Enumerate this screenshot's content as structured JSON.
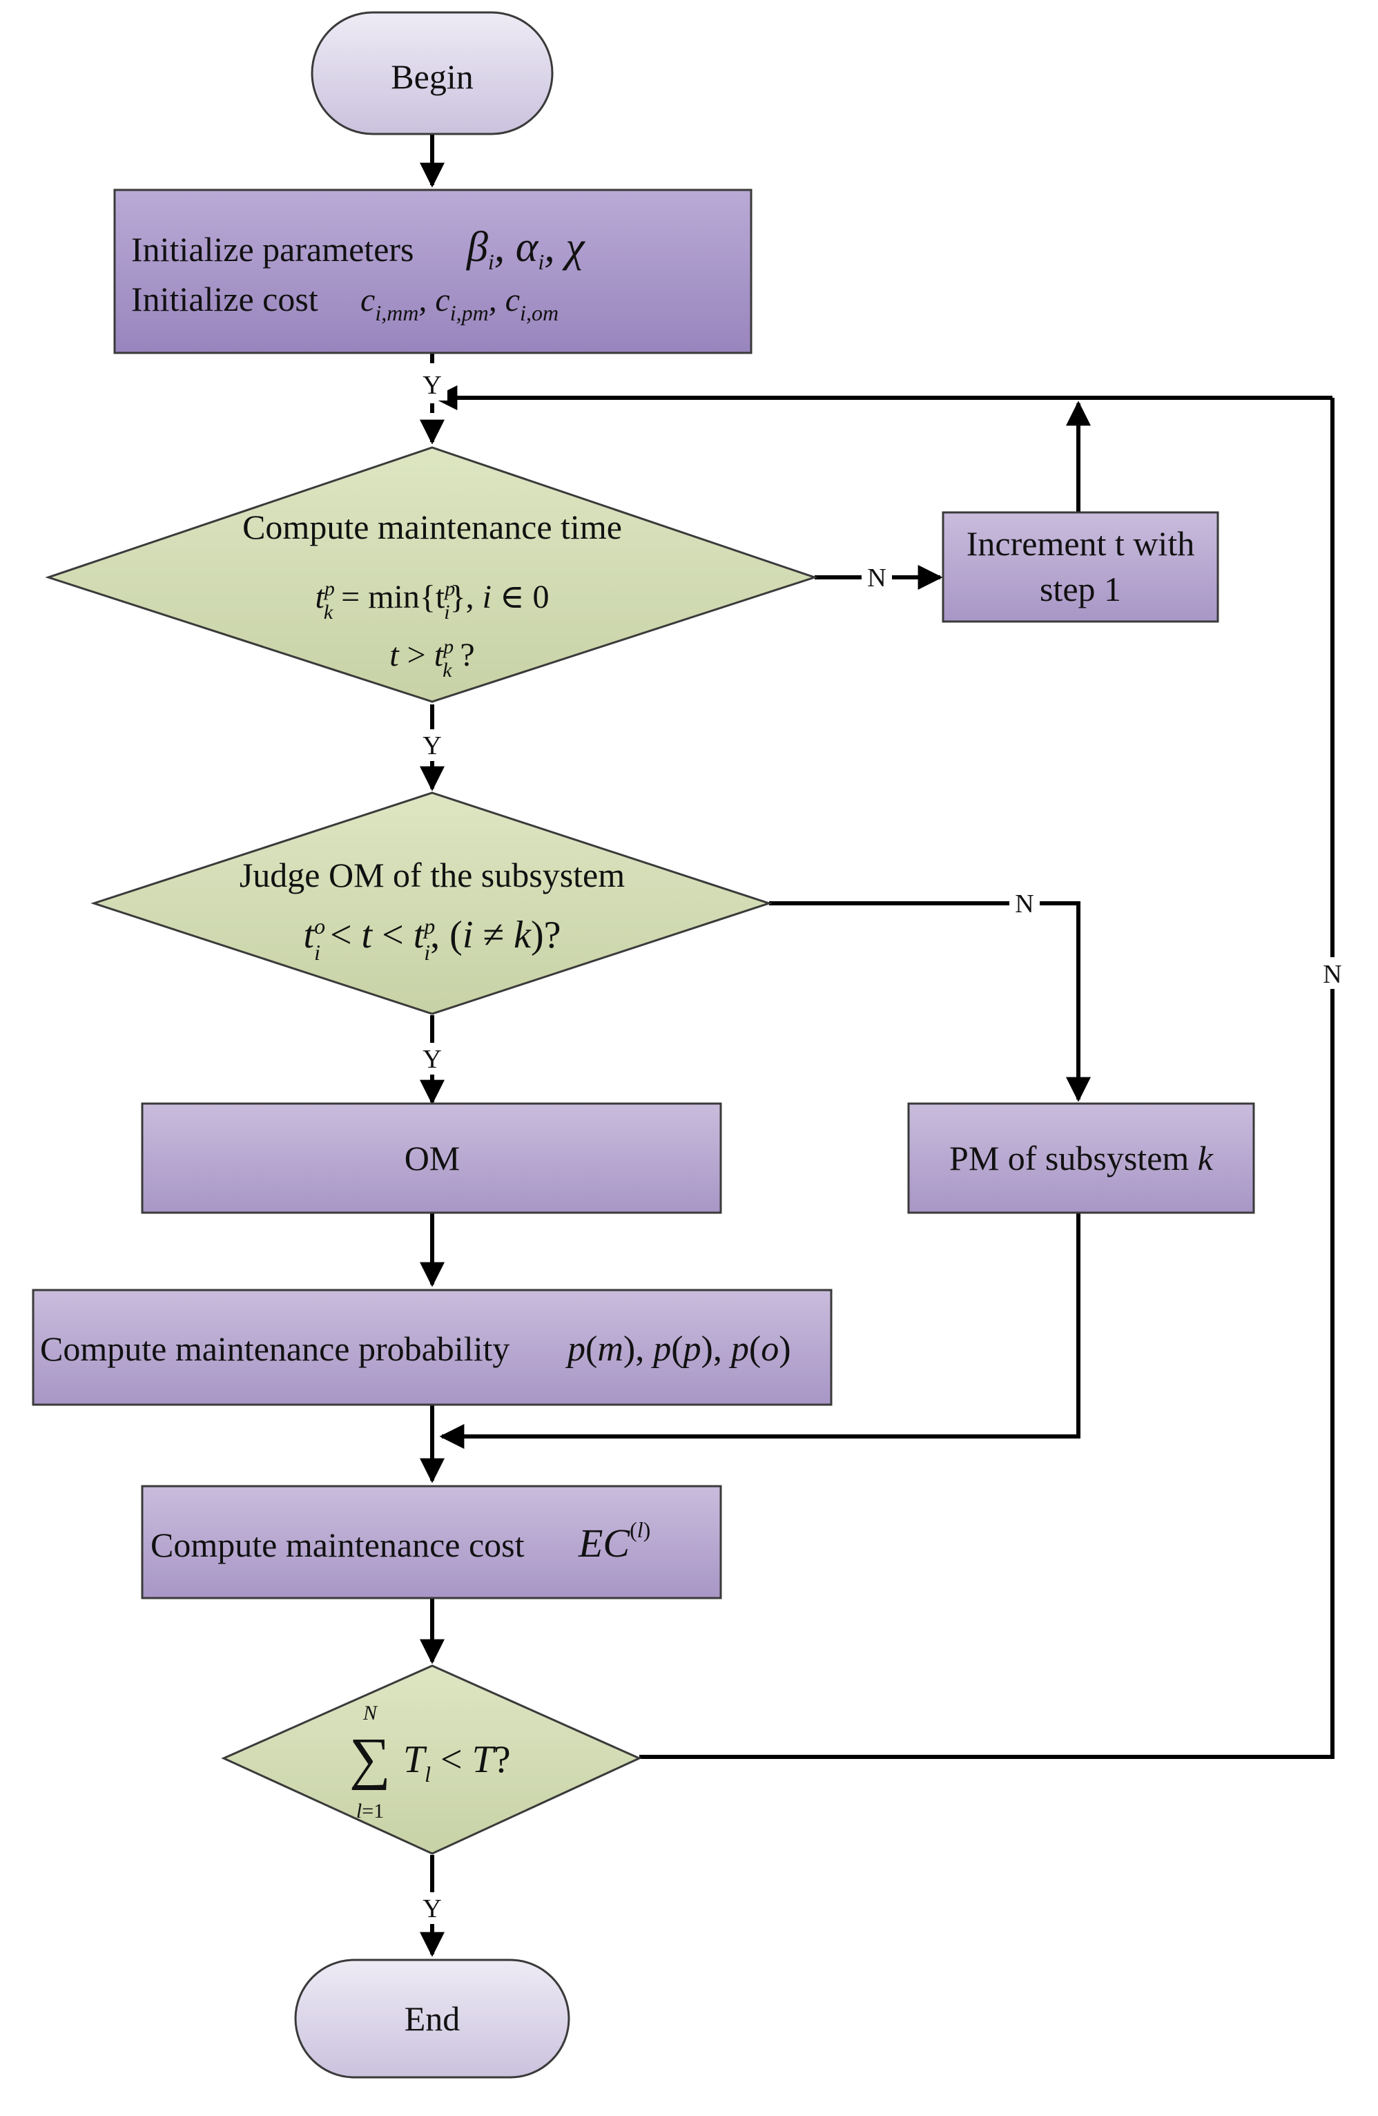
{
  "nodes": {
    "begin": "Begin",
    "end": "End",
    "init_params": "Initialize parameters",
    "init_params_math": "β_i, α_i, χ",
    "init_cost": "Initialize cost",
    "init_cost_math": "c_{i,mm}, c_{i,pm}, c_{i,om}",
    "compute_time": "Compute maintenance time",
    "compute_time_formula": "t_k^p = min{t_i^p}, i ∈ 0",
    "compute_time_question": "t > t_k^p ?",
    "increment": "Increment t with step 1",
    "increment_line1": "Increment t with",
    "increment_line2": "step 1",
    "judge_om": "Judge OM of the subsystem",
    "judge_om_formula": "t_i^o < t < t_i^p, (i ≠ k)?",
    "om": "OM",
    "pm": "PM of subsystem k",
    "compute_prob": "Compute maintenance probability",
    "compute_prob_math": "p(m), p(p), p(o)",
    "compute_cost": "Compute maintenance cost",
    "compute_cost_math": "EC^(l)",
    "sum_check": "Σ_{l=1}^{N} T_l < T?"
  },
  "edge_labels": {
    "yes": "Y",
    "no": "N"
  },
  "colors": {
    "process_fill": "#a896c6",
    "process_fill_light": "#c9bcdc",
    "decision_fill": "#d4dcb5",
    "terminal_fill": "#ddd8ea",
    "stroke": "#3a3a3a"
  }
}
